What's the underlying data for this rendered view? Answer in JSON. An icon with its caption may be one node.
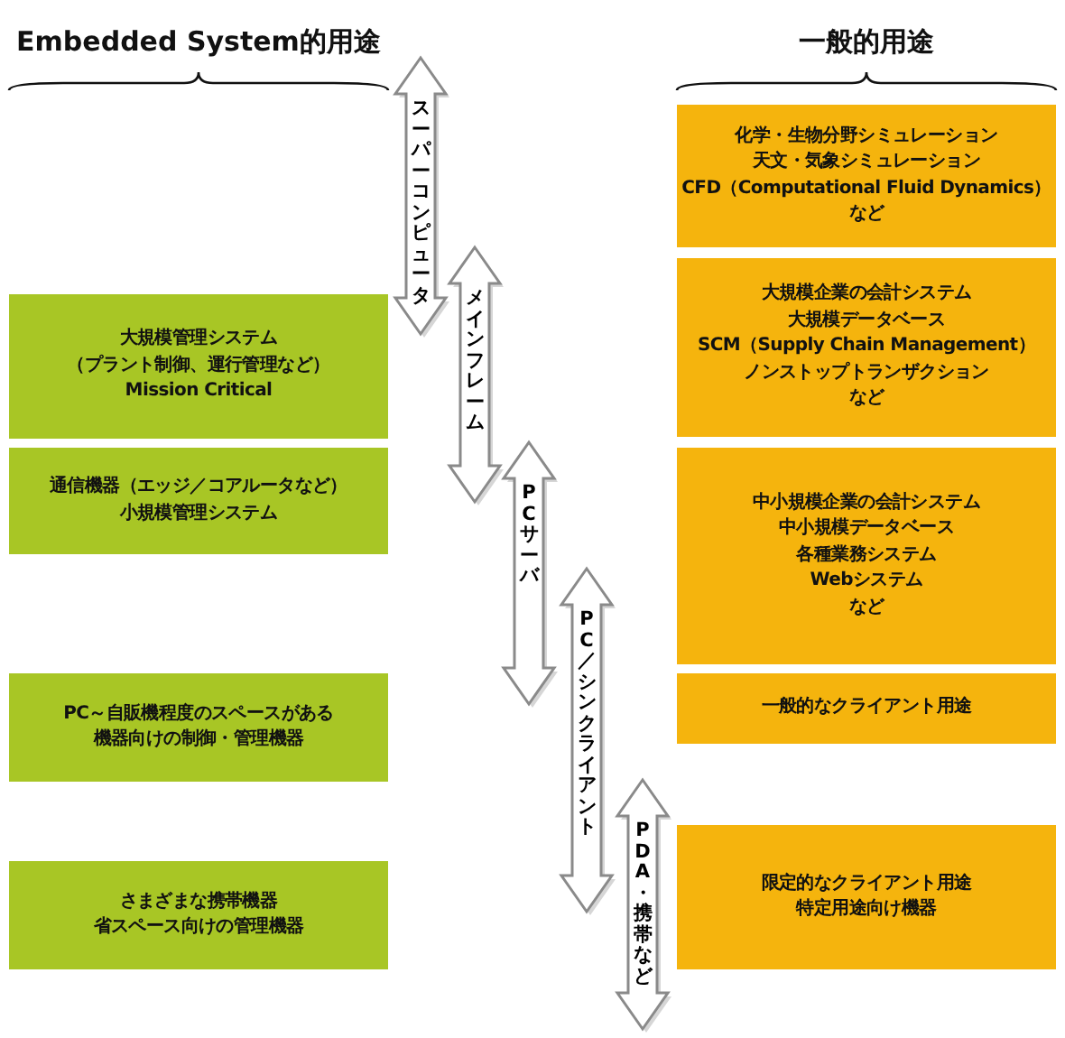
{
  "diagram": {
    "nodes": [
      {
        "text": [
          "大規模管理システム",
          "（プラント制御、運行管理など）",
          "Mission Critical"
        ]
      },
      {
        "text": [
          "通信機器（エッジ／コアルータなど）",
          "小規模管理システム"
        ]
      },
      {
        "text": [
          "PC～自販機程度のスペースがある",
          "機器向けの制御・管理機器"
        ]
      },
      {
        "text": [
          "さまざまな携帯機器",
          "省スペース向けの管理機器"
        ]
      },
      {
        "text": [
          "スーパーコンピュータ"
        ]
      },
      {
        "text": [
          "メインフレーム"
        ]
      },
      {
        "text": [
          "PCサーバ"
        ]
      },
      {
        "text": [
          "PC／シンクライアント"
        ]
      },
      {
        "text": [
          "PDA・携帯など"
        ]
      },
      {
        "text": [
          "化学・生物分野シミュレーション",
          "天文・気象シミュレーション",
          "CFD（Computational Fluid Dynamics）",
          "など"
        ]
      },
      {
        "text": [
          "大規模企業の会計システム",
          "大規模データベース",
          "SCM（Supply Chain Management）",
          "ノンストップトランザクション",
          "など"
        ]
      },
      {
        "text": [
          "中小規模企業の会計システム",
          "中小規模データベース",
          "各種業務システム",
          "Webシステム",
          "など"
        ]
      },
      {
        "text": [
          "一般的なクライアント用途"
        ]
      },
      {
        "text": [
          "限定的なクライアント用途",
          "特定用途向け機器"
        ]
      }
    ],
    "labels": [
      "Embedded System的用途",
      "一般的用途"
    ]
  }
}
